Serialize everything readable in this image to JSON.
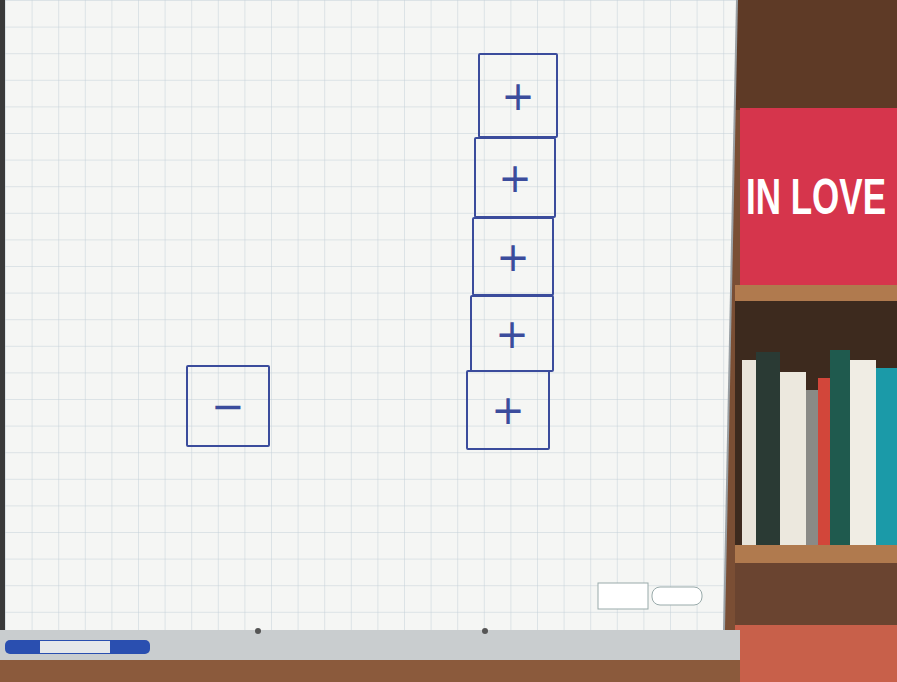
{
  "diagram": {
    "nodes": [
      {
        "text": [
          "+"
        ]
      },
      {
        "text": [
          "+"
        ]
      },
      {
        "text": [
          "+"
        ]
      },
      {
        "text": [
          "+"
        ]
      },
      {
        "text": [
          "−"
        ]
      },
      {
        "text": [
          "+"
        ]
      }
    ],
    "labels": [
      "IN LOVE"
    ]
  }
}
